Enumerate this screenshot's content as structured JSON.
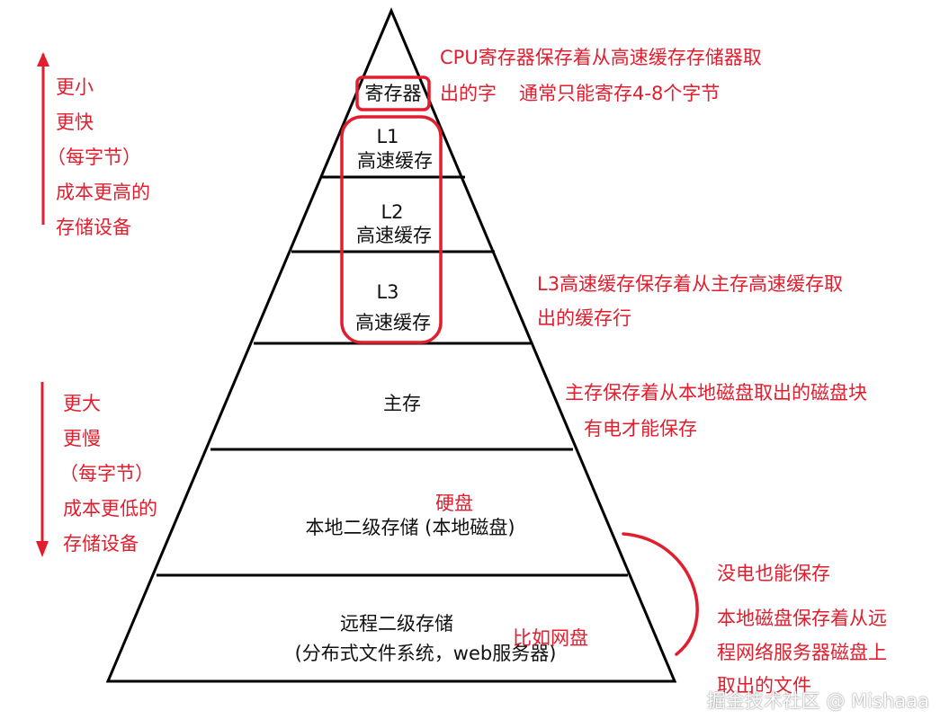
{
  "levels": {
    "registers": "寄存器",
    "l1_name": "L1",
    "l1_label": "高速缓存",
    "l2_name": "L2",
    "l2_label": "高速缓存",
    "l3_name": "L3",
    "l3_label": "高速缓存",
    "main_memory": "主存",
    "local_storage": "本地二级存储 (本地磁盘)",
    "remote_storage_line1": "远程二级存储",
    "remote_storage_line2": "(分布式文件系统，web服务器)"
  },
  "annotations": {
    "cpu_reg_line1": "CPU寄存器保存着从高速缓存存储器取",
    "cpu_reg_line2": "出的字",
    "cpu_reg_bytes": "通常只能寄存4-8个字节",
    "l3_line1": "L3高速缓存保存着从主存高速缓存取",
    "l3_line2": "出的缓存行",
    "main_line1": "主存保存着从本地磁盘取出的磁盘块",
    "main_line2": "有电才能保存",
    "hard_disk": "硬盘",
    "netdisk": "比如网盘",
    "no_power": "没电也能保存",
    "local_disk_line1": "本地磁盘保存着从远",
    "local_disk_line2": "程网络服务器磁盘上",
    "local_disk_line3": "取出的文件"
  },
  "up_labels": [
    "更小",
    "更快",
    "（每字节）",
    "成本更高的",
    "存储设备"
  ],
  "down_labels": [
    "更大",
    "更慢",
    "（每字节）",
    "成本更低的",
    "存储设备"
  ],
  "watermark": "掘金技术社区 @ Mishaaa",
  "colors": {
    "annotation": "#e21d2d",
    "outline": "#000000"
  }
}
